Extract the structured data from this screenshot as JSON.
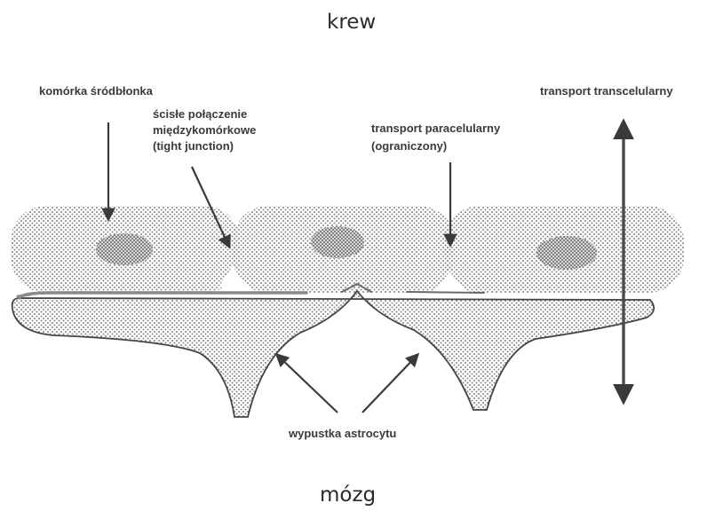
{
  "titles": {
    "top": "krew",
    "bottom": "mózg"
  },
  "labels": {
    "endothelial_cell": "komórka śródbłonka",
    "tight_junction_1": "ścisłe połączenie",
    "tight_junction_2": "międzykomórkowe",
    "tight_junction_3": "(tight junction)",
    "paracellular_1": "transport paracelularny",
    "paracellular_2": "(ograniczony)",
    "transcellular": "transport transcelularny",
    "astrocyte": "wypustka astrocytu"
  },
  "colors": {
    "ink": "#3a3a3a",
    "stipple": "#8a8a8a",
    "membrane": "#777777"
  }
}
